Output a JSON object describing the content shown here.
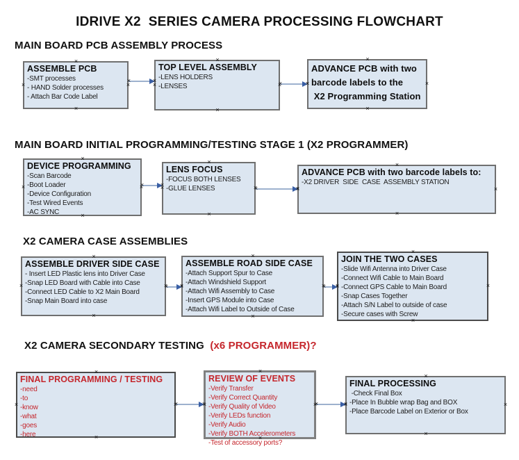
{
  "title": "IDRIVE X2  SERIES CAMERA PROCESSING FLOWCHART",
  "icons": {
    "anchor_glyph": "×"
  },
  "colors": {
    "background": "#ffffff",
    "box_fill": "#dce6f1",
    "box_border": "#6f6f6f",
    "box_border_dark": "#4a4a4a",
    "box_border_thick": "#808080",
    "arrow_line": "#9db1ce",
    "arrow_head": "#3a5fa5",
    "red": "#c5262c",
    "text": "#111111"
  },
  "sections": [
    {
      "heading": [
        {
          "text": "MAIN BOARD PCB ASSEMBLY PROCESS",
          "color": "black"
        }
      ],
      "boxes": [
        {
          "title_lines": [
            "ASSEMBLE PCB"
          ],
          "lines": [
            "-SMT processes",
            "- HAND Solder processes",
            "- Attach Bar Code Label"
          ],
          "text_color": "black"
        },
        {
          "title_lines": [
            "TOP LEVEL ASSEMBLY"
          ],
          "lines": [
            "-LENS HOLDERS",
            "-LENSES"
          ],
          "text_color": "black"
        },
        {
          "title_lines": [
            "ADVANCE PCB with two",
            "barcode labels to the",
            " X2 Programming Station"
          ],
          "lines": [],
          "text_color": "black"
        }
      ]
    },
    {
      "heading": [
        {
          "text": "MAIN BOARD INITIAL PROGRAMMING/TESTING STAGE 1 (X2 PROGRAMMER)",
          "color": "black"
        }
      ],
      "boxes": [
        {
          "title_lines": [
            "DEVICE PROGRAMMING"
          ],
          "lines": [
            "-Scan Barcode",
            "-Boot Loader",
            "-Device Configuration",
            "-Test Wired Events",
            "-AC SYNC"
          ],
          "text_color": "black"
        },
        {
          "title_lines": [
            "LENS FOCUS"
          ],
          "lines": [
            "-FOCUS BOTH LENSES",
            "-GLUE LENSES"
          ],
          "text_color": "black"
        },
        {
          "title_lines": [
            "ADVANCE PCB with two barcode labels to:"
          ],
          "lines": [
            "-X2 DRIVER  SIDE  CASE  ASSEMBLY STATION"
          ],
          "text_color": "black"
        }
      ]
    },
    {
      "heading": [
        {
          "text": "X2 CAMERA CASE ASSEMBLIES",
          "color": "black"
        }
      ],
      "boxes": [
        {
          "title_lines": [
            "ASSEMBLE DRIVER SIDE CASE"
          ],
          "lines": [
            "- Insert LED Plastic lens into Driver Case",
            "-Snap LED Board with Cable into Case",
            "-Connect LED Cable to X2 Main Board",
            "-Snap Main Board into case"
          ],
          "text_color": "black"
        },
        {
          "title_lines": [
            "ASSEMBLE ROAD SIDE CASE"
          ],
          "lines": [
            "-Attach Support Spur to Case",
            "-Attach Windshield Support",
            "-Attach Wifi Assembly to Case",
            "-Insert GPS Module into Case",
            "-Attach Wifi Label to Outside of Case"
          ],
          "text_color": "black"
        },
        {
          "title_lines": [
            "JOIN THE TWO CASES"
          ],
          "lines": [
            "-Slide Wifi Antenna into Driver Case",
            "-Connect Wifi Cable to Main Board",
            "-Connect GPS Cable to Main Board",
            "-Snap Cases Together",
            "-Attach S/N Label to outside of case",
            "-Secure cases with Screw"
          ],
          "text_color": "black"
        }
      ]
    },
    {
      "heading": [
        {
          "text": "X2 CAMERA SECONDARY TESTING ",
          "color": "black"
        },
        {
          "text": " (x6 PROGRAMMER)?",
          "color": "red"
        }
      ],
      "boxes": [
        {
          "title_lines": [
            "FINAL PROGRAMMING / TESTING"
          ],
          "lines": [
            "-need",
            "-to",
            "-know",
            "-what",
            "-goes",
            "-here"
          ],
          "text_color": "red"
        },
        {
          "title_lines": [
            "REVIEW OF EVENTS"
          ],
          "lines": [
            "-Verify Transfer",
            "-Verify Correct Quantity",
            "-Verify Quality of Video",
            "-Verify LEDs function",
            "-Verify Audio",
            "-Verify BOTH Accelerometers",
            "-Test of accessory ports?"
          ],
          "text_color": "red"
        },
        {
          "title_lines": [
            "FINAL PROCESSING"
          ],
          "lines": [
            " -Check Final Box",
            "-Place In Bubble wrap Bag and BOX",
            "-Place Barcode Label on Exterior or Box"
          ],
          "text_color": "black"
        }
      ]
    }
  ]
}
